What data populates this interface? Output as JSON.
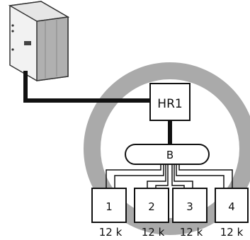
{
  "diagram": {
    "hr_label": "HR1",
    "branch_label": "B",
    "units": [
      {
        "number": "1",
        "capacity": "12 k"
      },
      {
        "number": "2",
        "capacity": "12 k"
      },
      {
        "number": "3",
        "capacity": "12 k"
      },
      {
        "number": "4",
        "capacity": "12 k"
      }
    ],
    "colors": {
      "ring": "#aaaaaa",
      "pipe": "#111111",
      "outline": "#111111",
      "unit_body": "#f2f2f2",
      "unit_shade": "#b0b0b0"
    }
  }
}
